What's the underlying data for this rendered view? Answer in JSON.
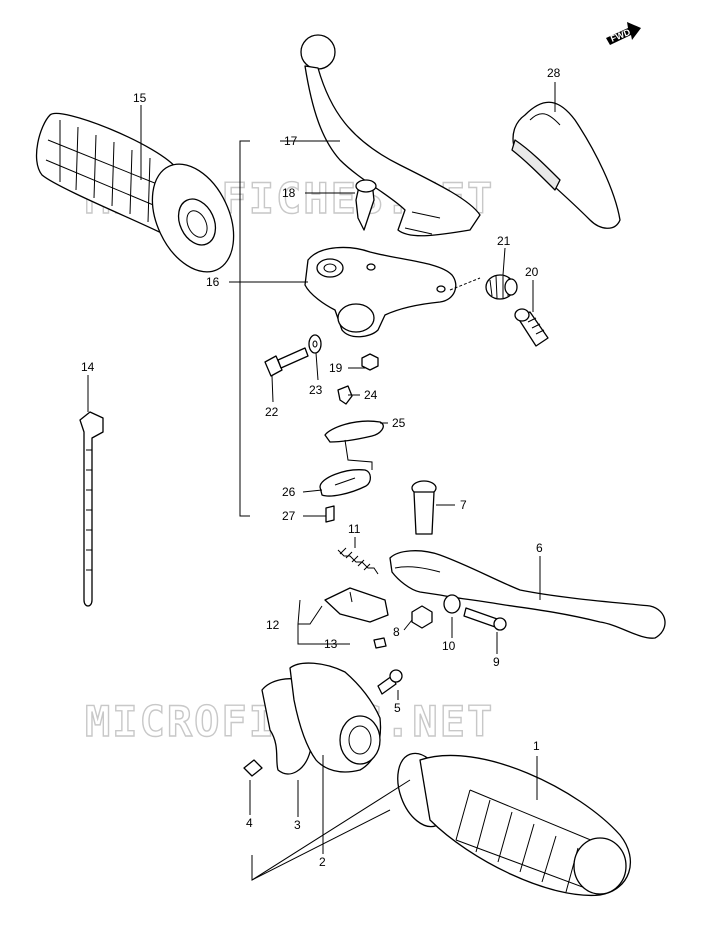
{
  "watermarks": [
    "MICROFICHES.NET",
    "MICROFICHES.NET"
  ],
  "fwd_label": "FWD",
  "callouts": {
    "c1": "1",
    "c2": "2",
    "c3": "3",
    "c4": "4",
    "c5": "5",
    "c6": "6",
    "c7": "7",
    "c8": "8",
    "c9": "9",
    "c10": "10",
    "c11": "11",
    "c12": "12",
    "c13": "13",
    "c14": "14",
    "c15": "15",
    "c16": "16",
    "c17": "17",
    "c18": "18",
    "c19": "19",
    "c20": "20",
    "c21": "21",
    "c22": "22",
    "c23": "23",
    "c24": "24",
    "c25": "25",
    "c26": "26",
    "c27": "27",
    "c28": "28"
  }
}
